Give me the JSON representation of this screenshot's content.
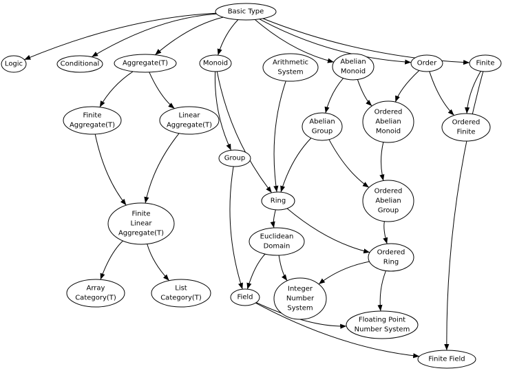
{
  "nodes": [
    {
      "id": "basic_type",
      "lines": [
        "Basic Type"
      ]
    },
    {
      "id": "logic",
      "lines": [
        "Logic"
      ]
    },
    {
      "id": "conditional",
      "lines": [
        "Conditional"
      ]
    },
    {
      "id": "aggregate",
      "lines": [
        "Aggregate(T)"
      ]
    },
    {
      "id": "monoid",
      "lines": [
        "Monoid"
      ]
    },
    {
      "id": "arithmetic_system",
      "lines": [
        "Arithmetic",
        "System"
      ]
    },
    {
      "id": "abelian_monoid",
      "lines": [
        "Abelian",
        "Monoid"
      ]
    },
    {
      "id": "order",
      "lines": [
        "Order"
      ]
    },
    {
      "id": "finite",
      "lines": [
        "Finite"
      ]
    },
    {
      "id": "finite_aggregate",
      "lines": [
        "Finite",
        "Aggregate(T)"
      ]
    },
    {
      "id": "linear_aggregate",
      "lines": [
        "Linear",
        "Aggregate(T)"
      ]
    },
    {
      "id": "abelian_group",
      "lines": [
        "Abelian",
        "Group"
      ]
    },
    {
      "id": "ordered_abelian_monoid",
      "lines": [
        "Ordered",
        "Abelian",
        "Monoid"
      ]
    },
    {
      "id": "ordered_finite",
      "lines": [
        "Ordered",
        "Finite"
      ]
    },
    {
      "id": "group",
      "lines": [
        "Group"
      ]
    },
    {
      "id": "ring",
      "lines": [
        "Ring"
      ]
    },
    {
      "id": "ordered_abelian_group",
      "lines": [
        "Ordered",
        "Abelian",
        "Group"
      ]
    },
    {
      "id": "finite_linear_aggregate",
      "lines": [
        "Finite",
        "Linear",
        "Aggregate(T)"
      ]
    },
    {
      "id": "euclidean_domain",
      "lines": [
        "Euclidean",
        "Domain"
      ]
    },
    {
      "id": "ordered_ring",
      "lines": [
        "Ordered",
        "Ring"
      ]
    },
    {
      "id": "array_category",
      "lines": [
        "Array",
        "Category(T)"
      ]
    },
    {
      "id": "list_category",
      "lines": [
        "List",
        "Category(T)"
      ]
    },
    {
      "id": "field",
      "lines": [
        "Field"
      ]
    },
    {
      "id": "integer_number_system",
      "lines": [
        "Integer",
        "Number",
        "System"
      ]
    },
    {
      "id": "floating_point_number_system",
      "lines": [
        "Floating Point",
        "Number System"
      ]
    },
    {
      "id": "finite_field",
      "lines": [
        "Finite Field"
      ]
    }
  ],
  "edges": [
    {
      "from": "basic_type",
      "to": "logic"
    },
    {
      "from": "basic_type",
      "to": "conditional"
    },
    {
      "from": "basic_type",
      "to": "aggregate"
    },
    {
      "from": "basic_type",
      "to": "monoid"
    },
    {
      "from": "basic_type",
      "to": "abelian_monoid"
    },
    {
      "from": "basic_type",
      "to": "order"
    },
    {
      "from": "basic_type",
      "to": "finite"
    },
    {
      "from": "aggregate",
      "to": "finite_aggregate"
    },
    {
      "from": "aggregate",
      "to": "linear_aggregate"
    },
    {
      "from": "finite_aggregate",
      "to": "finite_linear_aggregate"
    },
    {
      "from": "linear_aggregate",
      "to": "finite_linear_aggregate"
    },
    {
      "from": "finite_linear_aggregate",
      "to": "array_category"
    },
    {
      "from": "finite_linear_aggregate",
      "to": "list_category"
    },
    {
      "from": "monoid",
      "to": "group"
    },
    {
      "from": "monoid",
      "to": "ring"
    },
    {
      "from": "arithmetic_system",
      "to": "ring"
    },
    {
      "from": "abelian_monoid",
      "to": "abelian_group"
    },
    {
      "from": "abelian_monoid",
      "to": "ordered_abelian_monoid"
    },
    {
      "from": "order",
      "to": "ordered_abelian_monoid"
    },
    {
      "from": "order",
      "to": "ordered_finite"
    },
    {
      "from": "finite",
      "to": "ordered_finite"
    },
    {
      "from": "finite",
      "to": "finite_field"
    },
    {
      "from": "abelian_group",
      "to": "ring"
    },
    {
      "from": "abelian_group",
      "to": "ordered_abelian_group"
    },
    {
      "from": "ordered_abelian_monoid",
      "to": "ordered_abelian_group"
    },
    {
      "from": "ordered_abelian_group",
      "to": "ordered_ring"
    },
    {
      "from": "group",
      "to": "field"
    },
    {
      "from": "ring",
      "to": "euclidean_domain"
    },
    {
      "from": "ring",
      "to": "ordered_ring"
    },
    {
      "from": "euclidean_domain",
      "to": "field"
    },
    {
      "from": "euclidean_domain",
      "to": "integer_number_system"
    },
    {
      "from": "ordered_ring",
      "to": "integer_number_system"
    },
    {
      "from": "ordered_ring",
      "to": "floating_point_number_system"
    },
    {
      "from": "field",
      "to": "floating_point_number_system"
    },
    {
      "from": "field",
      "to": "finite_field"
    }
  ]
}
